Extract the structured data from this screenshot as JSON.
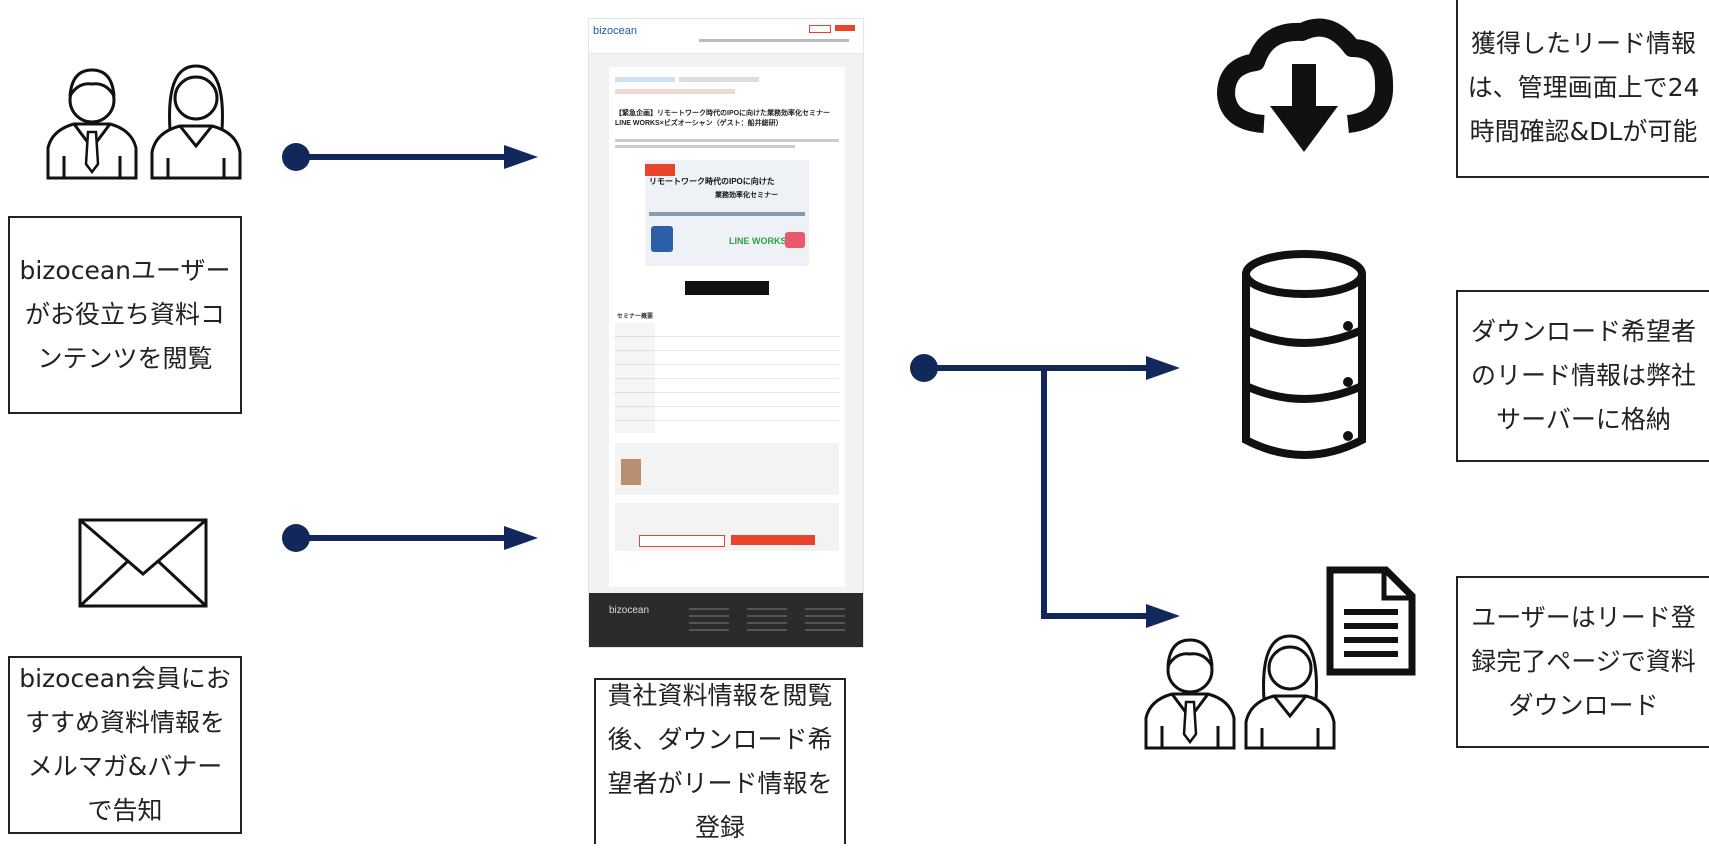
{
  "boxes": {
    "user_browse": "bizoceanユーザーがお役立ち資料コンテンツを閲覧",
    "newsletter": "bizocean会員におすすめ資料情報をメルマガ&バナーで告知",
    "register": "貴社資料情報を閲覧後、ダウンロード希望者がリード情報を登録",
    "manage": "獲得したリード情報は、管理画面上で24時間確認&DLが可能",
    "storage": "ダウンロード希望者のリード情報は弊社サーバーに格納",
    "download": "ユーザーはリード登録完了ページで資料ダウンロード"
  },
  "mock_page": {
    "logo": "bizocean",
    "title": "【緊急企画】リモートワーク時代のIPOに向けた業務効率化セミナー LINE WORKS×ビズオーシャン（ゲスト：船井総研）",
    "banner_line1": "リモートワーク時代のIPOに向けた",
    "banner_line2": "業務効率化セミナー",
    "banner_brand": "LINE WORKS",
    "section_title": "セミナー概要",
    "footer_logo": "bizocean"
  },
  "icons": [
    "user-pair-icon",
    "envelope-icon",
    "cloud-download-icon",
    "database-icon",
    "document-icon",
    "user-pair-icon"
  ],
  "colors": {
    "arrow": "#12285a",
    "border": "#222222",
    "banner_red": "#e8442c",
    "brand_green": "#2aa342"
  }
}
